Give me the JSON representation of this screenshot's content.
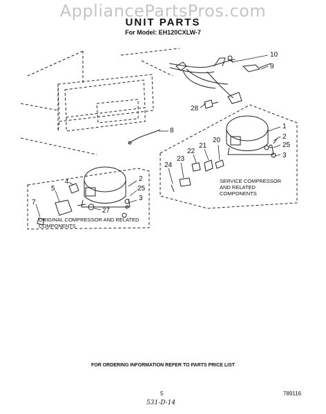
{
  "watermark": "AppliancePartsPros.com",
  "header": {
    "title": "UNIT PARTS",
    "model": "For Model: EH120CXLW-7"
  },
  "groups": {
    "original": "ORIGINAL COMPRESSOR AND RELATED COMPONENTS",
    "service": "SERVICE COMPRESSOR AND RELATED COMPONENTS"
  },
  "callouts": {
    "c10": "10",
    "c9": "9",
    "c28": "28",
    "c8": "8",
    "c1": "1",
    "c2s": "2",
    "c25s": "25",
    "c3s": "3",
    "c20": "20",
    "c21": "21",
    "c22": "22",
    "c23": "23",
    "c24": "24",
    "c2o": "2",
    "c25o": "25",
    "c3o": "3",
    "c4": "4",
    "c5": "5",
    "c7": "7",
    "c27": "27"
  },
  "footer": {
    "note": "FOR ORDERING INFORMATION REFER TO PARTS PRICE LIST",
    "page": "5",
    "doc_number": "789116",
    "handwritten": "531-D-14"
  }
}
